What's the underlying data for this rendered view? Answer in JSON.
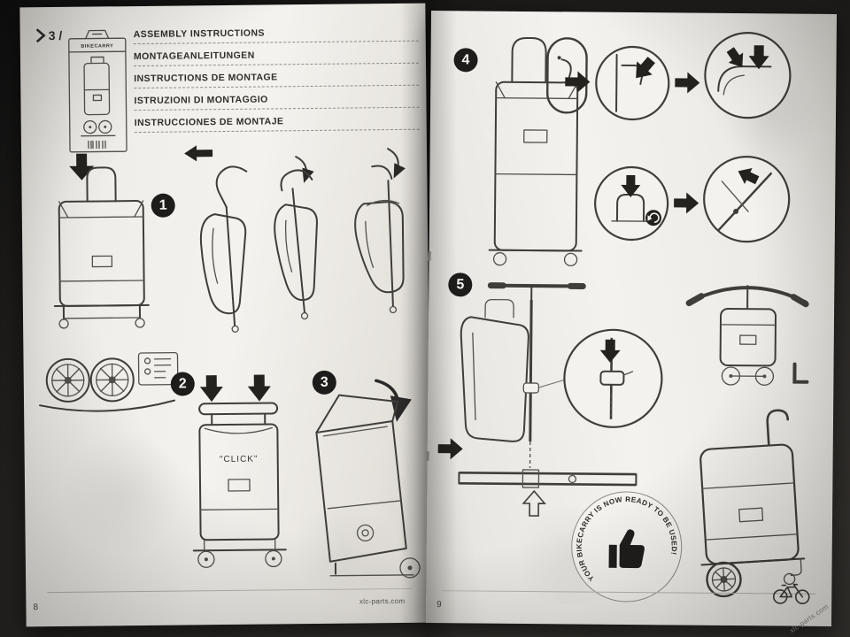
{
  "colors": {
    "paper": "#f4f2ee",
    "ink": "#3f3e3b",
    "arrow_black": "#23221f",
    "background": "#1c1b1a"
  },
  "left_page": {
    "marker_label": "3 /",
    "packaging": {
      "brand": "BIKECARRY"
    },
    "titles": [
      "ASSEMBLY INSTRUCTIONS",
      "MONTAGEANLEITUNGEN",
      "INSTRUCTIONS DE MONTAGE",
      "ISTRUZIONI DI MONTAGGIO",
      "INSTRUCCIONES DE MONTAJE"
    ],
    "steps": [
      {
        "number": "1"
      },
      {
        "number": "2",
        "callout": "\"CLICK\""
      },
      {
        "number": "3"
      }
    ],
    "page_number": "8",
    "footer_url": "xlc-parts.com"
  },
  "right_page": {
    "steps": [
      {
        "number": "4"
      },
      {
        "number": "5"
      }
    ],
    "badge_text": "YOUR BIKECARRY IS NOW READY TO BE USED!",
    "page_number": "9",
    "footer_url": "xlc-parts.com"
  }
}
